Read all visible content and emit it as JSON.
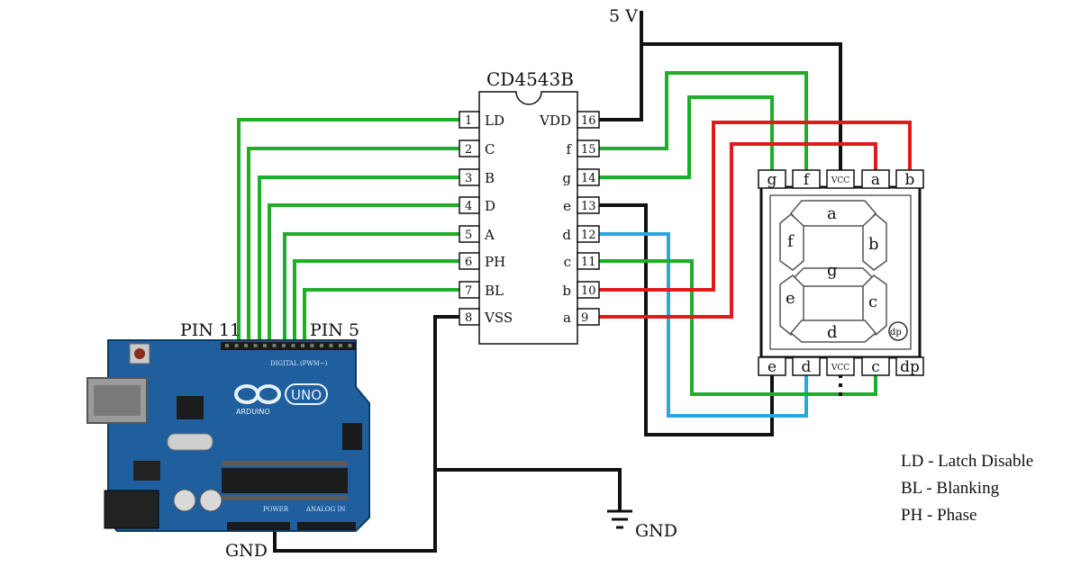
{
  "labels": {
    "supply": "5 V",
    "ic_name": "CD4543B",
    "pin11": "PIN 11",
    "pin5": "PIN 5",
    "gnd_ground": "GND",
    "gnd_arduino": "GND",
    "arduino_brand": "ARDUINO",
    "arduino_model": "UNO",
    "arduino_digital": "DIGITAL (PWM~)",
    "arduino_power": "POWER",
    "arduino_analog": "ANALOG IN"
  },
  "ic": {
    "left_pins": [
      {
        "num": "1",
        "label": "LD"
      },
      {
        "num": "2",
        "label": "C"
      },
      {
        "num": "3",
        "label": "B"
      },
      {
        "num": "4",
        "label": "D"
      },
      {
        "num": "5",
        "label": "A"
      },
      {
        "num": "6",
        "label": "PH"
      },
      {
        "num": "7",
        "label": "BL"
      },
      {
        "num": "8",
        "label": "VSS"
      }
    ],
    "right_pins": [
      {
        "num": "16",
        "label": "VDD"
      },
      {
        "num": "15",
        "label": "f"
      },
      {
        "num": "14",
        "label": "g"
      },
      {
        "num": "13",
        "label": "e"
      },
      {
        "num": "12",
        "label": "d"
      },
      {
        "num": "11",
        "label": "c"
      },
      {
        "num": "10",
        "label": "b"
      },
      {
        "num": "9",
        "label": "a"
      }
    ]
  },
  "display": {
    "top_pins": [
      "g",
      "f",
      "VCC",
      "a",
      "b"
    ],
    "bottom_pins": [
      "e",
      "d",
      "VCC",
      "c",
      "dp"
    ],
    "segments": [
      "a",
      "b",
      "c",
      "d",
      "e",
      "f",
      "g"
    ],
    "dp_label": "dp"
  },
  "legend": [
    "LD - Latch Disable",
    "BL - Blanking",
    "PH - Phase"
  ],
  "colors": {
    "green": "#1fae2a",
    "red": "#e01b1b",
    "blue": "#2aa7e0",
    "black": "#111111",
    "board": "#1f5f9e"
  }
}
